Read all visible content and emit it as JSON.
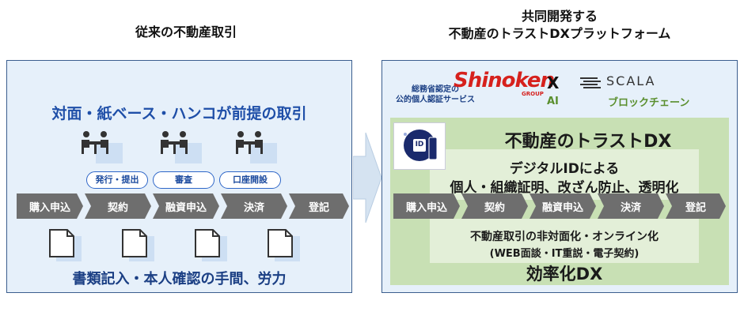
{
  "left": {
    "title": "従来の不動産取引",
    "heading": "対面・紙ベース・ハンコが前提の取引",
    "pills": [
      "発行・提出",
      "審査",
      "口座開設"
    ],
    "steps": [
      "購入申込",
      "契約",
      "融資申込",
      "決済",
      "登記"
    ],
    "footer": "書類記入・本人確認の手間、労力"
  },
  "right": {
    "title_line1": "共同開発する",
    "title_line2": "不動産のトラストDXプラットフォーム",
    "auth_label_line1": "総務省認定の",
    "auth_label_line2": "公的個人認証サービス",
    "shinoken_logo": "Shinoken",
    "shinoken_group": "GROUP",
    "x_label": "X",
    "ai_label": "AI",
    "scala_logo": "SCALA",
    "blockchain_label": "ブロックチェーン",
    "trust_dx": "不動産のトラストDX",
    "digital_id_line1": "デジタルIDによる",
    "digital_id_line2": "個人・組織証明、改ざん防止、透明化",
    "id_badge": "ID",
    "steps": [
      "購入申込",
      "契約",
      "融資申込",
      "決済",
      "登記"
    ],
    "online_line1": "不動産取引の非対面化・オンライン化",
    "online_line2": "(WEB面談・IT重説・電子契約)",
    "efficiency": "効率化DX"
  },
  "colors": {
    "panel_border": "#3b5e8e",
    "panel_fill": "#e6f0fa",
    "heading_blue": "#1f4fa8",
    "chevron_gray": "#6e6e6e",
    "green_fill": "#c8e0b4",
    "shinoken_red": "#d6211d",
    "ai_green": "#5a8f2e"
  }
}
